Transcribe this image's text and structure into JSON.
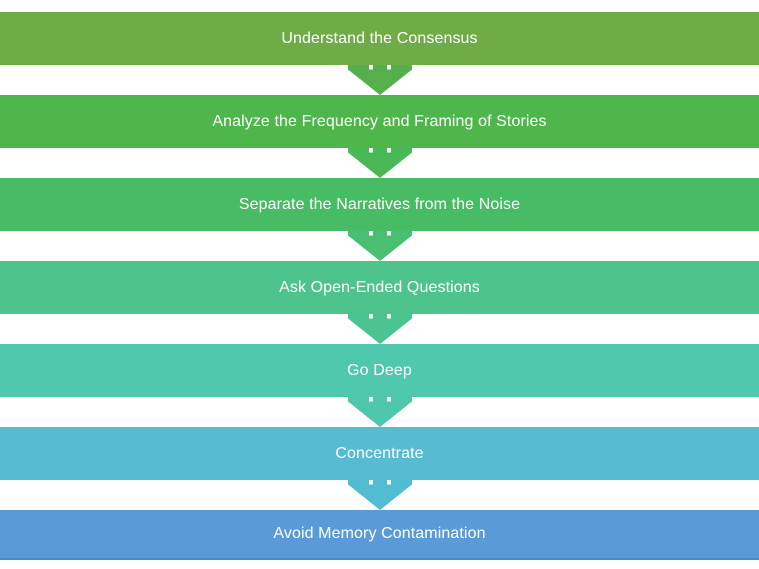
{
  "diagram": {
    "type": "vertical-process-flow",
    "text_color": "#FFFFFF",
    "background": "#FFFFFF",
    "steps": [
      {
        "label": "Understand the Consensus",
        "color": "#6FAC47"
      },
      {
        "label": "Analyze the Frequency and Framing of Stories",
        "color": "#4FB64C"
      },
      {
        "label": "Separate the Narratives from the Noise",
        "color": "#47BC64"
      },
      {
        "label": "Ask Open-Ended Questions",
        "color": "#4EC48C"
      },
      {
        "label": "Go Deep",
        "color": "#50C8AE"
      },
      {
        "label": "Concentrate",
        "color": "#57BCD2"
      },
      {
        "label": "Avoid Memory Contamination",
        "color": "#5A9AD6"
      }
    ],
    "arrows": [
      {
        "name": "down-arrow",
        "color": "#55B04B"
      },
      {
        "name": "down-arrow",
        "color": "#4BB857"
      },
      {
        "name": "down-arrow",
        "color": "#48BF71"
      },
      {
        "name": "down-arrow",
        "color": "#4CC492"
      },
      {
        "name": "down-arrow",
        "color": "#4FC7AB"
      },
      {
        "name": "down-arrow",
        "color": "#52BDD0"
      }
    ]
  }
}
